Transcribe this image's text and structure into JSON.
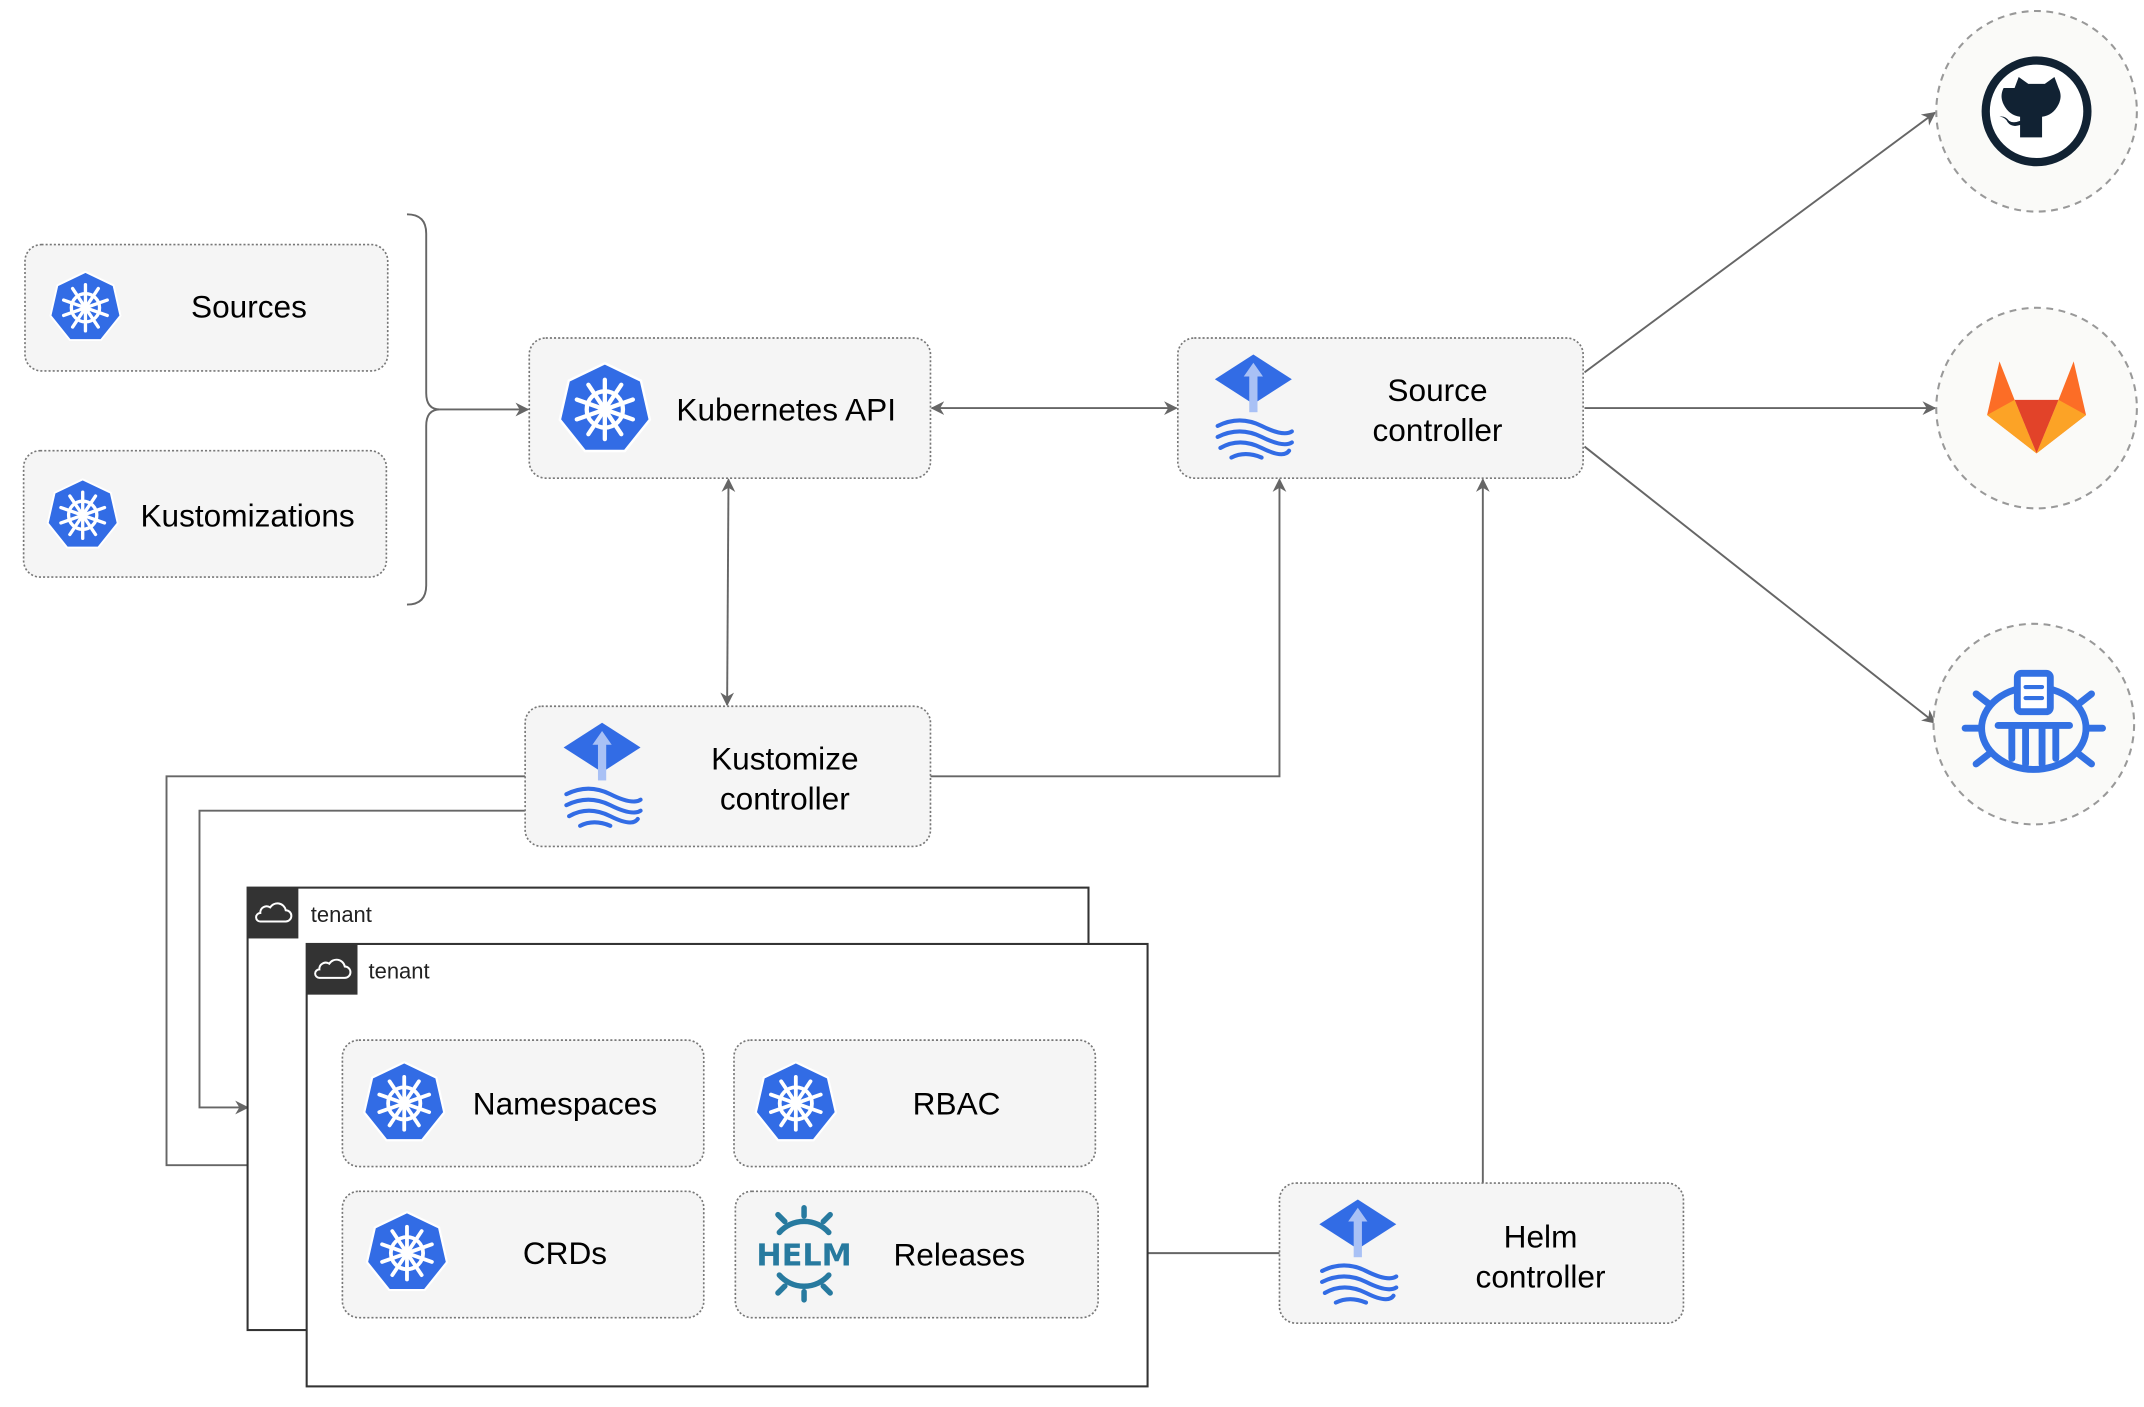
{
  "colors": {
    "kubernetes": "#326ce5",
    "flux": "#326ce5",
    "helm": "#277a9f",
    "github": "#112233",
    "gitlab_dark": "#e24329",
    "gitlab_light": "#fca326",
    "bucket": "#3371e3",
    "edge": "#666666",
    "tenant_header": "#333333"
  },
  "left_resources": [
    {
      "label": "Sources",
      "icon": "kubernetes-icon"
    },
    {
      "label": "Kustomizations",
      "icon": "kubernetes-icon"
    }
  ],
  "kubernetes_api": {
    "label": "Kubernetes API",
    "icon": "kubernetes-icon"
  },
  "source_controller": {
    "line1": "Source",
    "line2": "controller",
    "icon": "flux-icon"
  },
  "kustomize_controller": {
    "line1": "Kustomize",
    "line2": "controller",
    "icon": "flux-icon"
  },
  "helm_controller": {
    "line1": "Helm",
    "line2": "controller",
    "icon": "flux-icon"
  },
  "external_sources": [
    {
      "icon": "github-icon"
    },
    {
      "icon": "gitlab-icon"
    },
    {
      "icon": "bucket-icon"
    }
  ],
  "tenants": [
    {
      "label": "tenant",
      "icon": "cloud-icon"
    },
    {
      "label": "tenant",
      "icon": "cloud-icon"
    }
  ],
  "tenant_resources": [
    {
      "label": "Namespaces",
      "icon": "kubernetes-icon"
    },
    {
      "label": "RBAC",
      "icon": "kubernetes-icon"
    },
    {
      "label": "CRDs",
      "icon": "kubernetes-icon"
    },
    {
      "label": "Releases",
      "icon": "helm-icon"
    }
  ],
  "helm_logo_text": "HELM"
}
